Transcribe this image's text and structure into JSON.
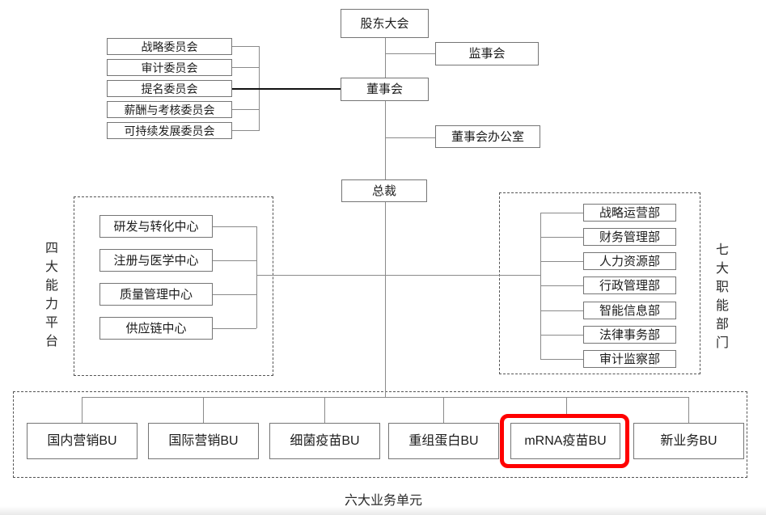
{
  "nodes": {
    "shareholders": "股东大会",
    "supervisory": "监事会",
    "board": "董事会",
    "board_office": "董事会办公室",
    "president": "总裁"
  },
  "committees": {
    "items": [
      "战略委员会",
      "审计委员会",
      "提名委员会",
      "薪酬与考核委员会",
      "可持续发展委员会"
    ]
  },
  "capability_platforms": {
    "label": "四大能力平台",
    "items": [
      "研发与转化中心",
      "注册与医学中心",
      "质量管理中心",
      "供应链中心"
    ]
  },
  "functional_departments": {
    "label": "七大职能部门",
    "items": [
      "战略运营部",
      "财务管理部",
      "人力资源部",
      "行政管理部",
      "智能信息部",
      "法律事务部",
      "审计监察部"
    ]
  },
  "business_units": {
    "label": "六大业务单元",
    "items": [
      "国内营销BU",
      "国际营销BU",
      "细菌疫苗BU",
      "重组蛋白BU",
      "mRNA疫苗BU",
      "新业务BU"
    ],
    "highlighted_item": "mRNA疫苗BU"
  },
  "colors": {
    "line": "#8a8a8a",
    "bold_line": "#111111",
    "box_border": "#757575",
    "dashed_border": "#555555",
    "text": "#1c1c1c",
    "highlight": "#ff0000",
    "background": "#ffffff"
  }
}
